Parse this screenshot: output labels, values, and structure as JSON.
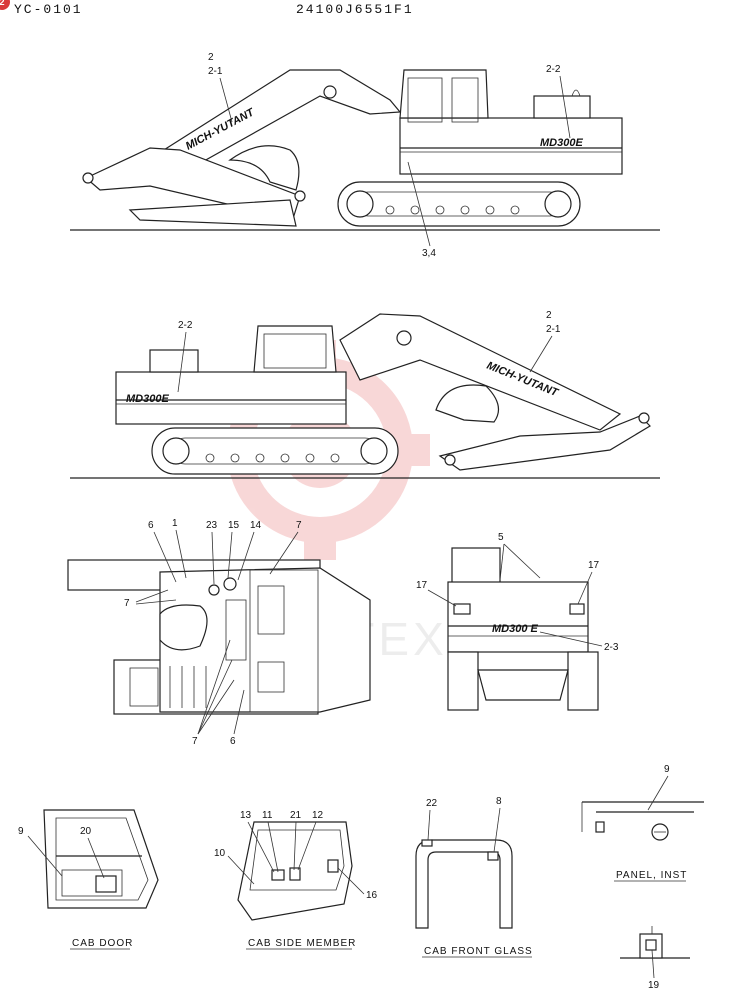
{
  "header": {
    "badge": "2",
    "left_code": "YC-0101",
    "part_number": "24100J6551F1"
  },
  "views": {
    "side_right": {
      "brand": "MICH-YUTANT",
      "model": "MD300E",
      "callouts": [
        "2",
        "2-1",
        "2-2",
        "3,4"
      ]
    },
    "side_left": {
      "brand": "MICH-YUTANT",
      "model": "MD300E",
      "callouts": [
        "2-2",
        "2",
        "2-1"
      ]
    },
    "top_view": {
      "callouts": [
        "6",
        "1",
        "23",
        "15",
        "14",
        "7",
        "7",
        "7",
        "6"
      ]
    },
    "rear_view": {
      "model": "MD300 E",
      "callouts": [
        "5",
        "17",
        "17",
        "2-3"
      ]
    }
  },
  "details": {
    "cab_door": {
      "title": "CAB DOOR",
      "callouts": [
        "9",
        "20"
      ]
    },
    "cab_side_member": {
      "title": "CAB SIDE MEMBER",
      "callouts": [
        "13",
        "11",
        "21",
        "12",
        "10",
        "16"
      ]
    },
    "cab_front_glass": {
      "title": "CAB FRONT GLASS",
      "callouts": [
        "22",
        "8"
      ]
    },
    "panel_inst": {
      "title": "PANEL, INST",
      "callouts": [
        "9"
      ]
    },
    "item_19": {
      "callouts": [
        "19"
      ]
    }
  },
  "watermark": {
    "text": "ИНТЕХ",
    "color": "#f0b8b8"
  }
}
